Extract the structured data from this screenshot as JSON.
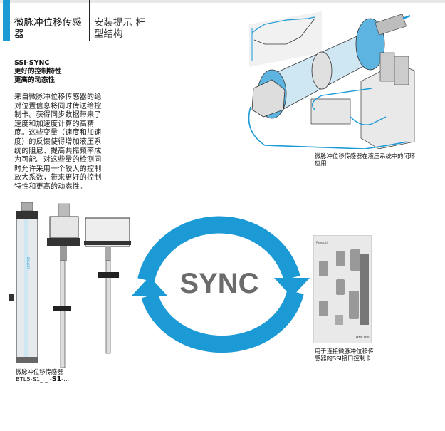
{
  "header": {
    "title": "微脉冲位移传感器",
    "subtitle": "安装提示 杆型结构"
  },
  "lead": {
    "line1": "SSI-SYNC",
    "line2": "更好的控制特性",
    "line3": "更高的动态性"
  },
  "body_text": "来自微脉冲位移传感器的绝对位置信息将同时传送给控制卡。获得同步数据带来了速度和加速度计算的高精度。这些变量（速度和加速度）的反馈使得增加液压系统的阻尼、提高共振频率成为可能。对这些量的检测同时允许采用一个较大的控制放大系数，带来更好的控制特性和更高的动态性。",
  "figures": {
    "hydraulic_caption": "微脉冲位移传感器在液压系统中的闭环应用",
    "sensor_caption_line1": "微脉冲位移传感器",
    "sensor_caption_model_prefix": "BTL5-S1_ _ -",
    "sensor_caption_model_bold": "S1",
    "sensor_caption_model_suffix": "-...",
    "card_caption": "用于连接微脉冲位移传感器的SSI接口控制卡",
    "sync_label": "SYNC",
    "card_label": "HNC100",
    "card_brand": "Rexroth",
    "sensor_brand": "BALLUFF"
  },
  "colors": {
    "accent_blue": "#1b9ad6",
    "sync_gray": "#6b6b6b"
  }
}
